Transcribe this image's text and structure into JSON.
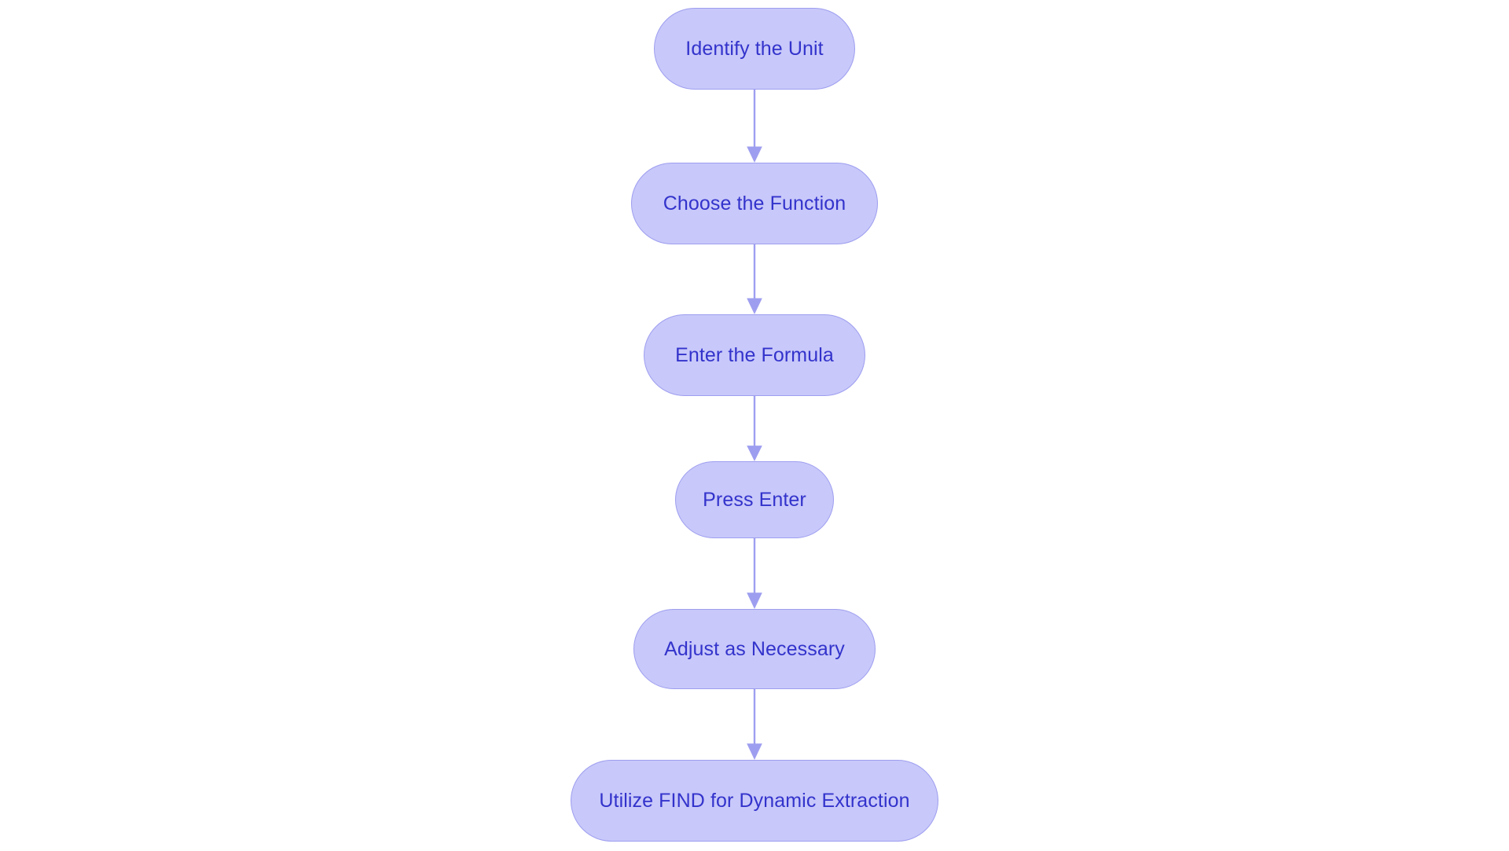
{
  "diagram": {
    "type": "flowchart",
    "orientation": "top-to-bottom",
    "background_color": "#ffffff",
    "node_fill_color": "#c8c8fa",
    "node_border_color": "#9e9ef0",
    "node_text_color": "#3333cc",
    "connector_color": "#9e9ef0",
    "nodes": [
      {
        "id": "n1",
        "label": "Identify the Unit"
      },
      {
        "id": "n2",
        "label": "Choose the Function"
      },
      {
        "id": "n3",
        "label": "Enter the Formula"
      },
      {
        "id": "n4",
        "label": "Press Enter"
      },
      {
        "id": "n5",
        "label": "Adjust as Necessary"
      },
      {
        "id": "n6",
        "label": "Utilize FIND for Dynamic Extraction"
      }
    ],
    "edges": [
      {
        "id": "e1",
        "from": "n1",
        "to": "n2",
        "arrow": "down-arrow"
      },
      {
        "id": "e2",
        "from": "n2",
        "to": "n3",
        "arrow": "down-arrow"
      },
      {
        "id": "e3",
        "from": "n3",
        "to": "n4",
        "arrow": "down-arrow"
      },
      {
        "id": "e4",
        "from": "n4",
        "to": "n5",
        "arrow": "down-arrow"
      },
      {
        "id": "e5",
        "from": "n5",
        "to": "n6",
        "arrow": "down-arrow"
      }
    ]
  }
}
